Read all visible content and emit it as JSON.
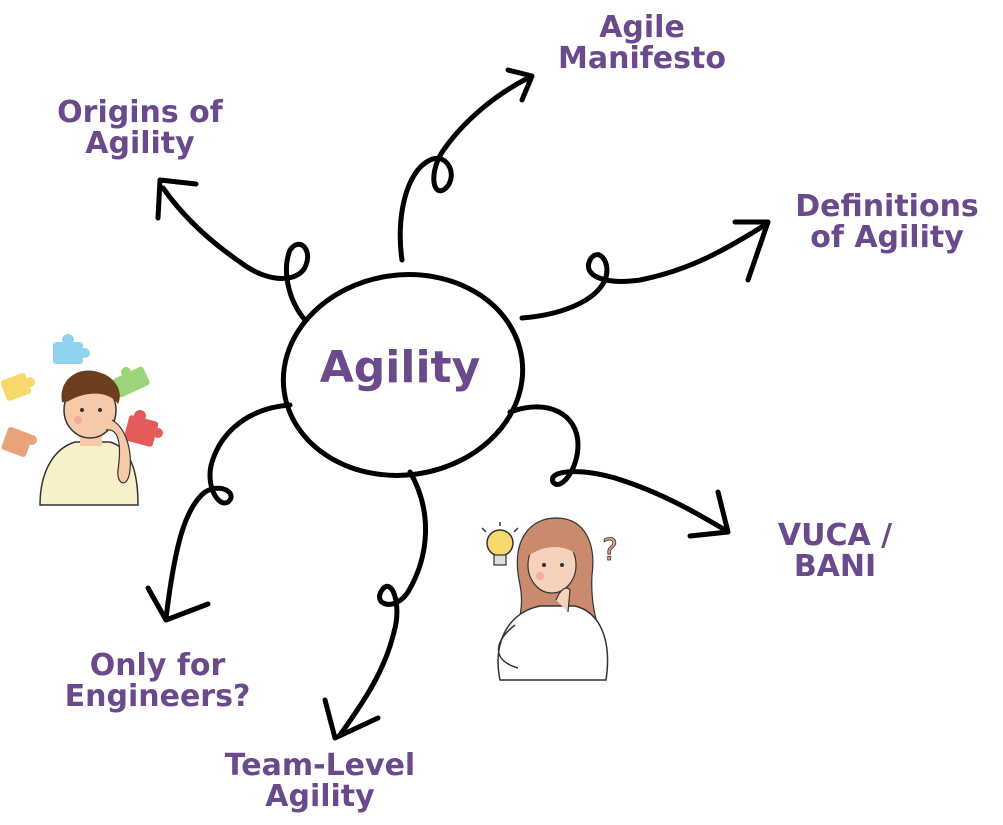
{
  "center": {
    "label": "Agility"
  },
  "topics": [
    {
      "id": "origins",
      "lines": [
        "Origins of",
        "Agility"
      ]
    },
    {
      "id": "manifesto",
      "lines": [
        "Agile",
        "Manifesto"
      ]
    },
    {
      "id": "definitions",
      "lines": [
        "Definitions",
        "of Agility"
      ]
    },
    {
      "id": "vuca",
      "lines": [
        "VUCA /",
        "BANI"
      ]
    },
    {
      "id": "team",
      "lines": [
        "Team-Level",
        "Agility"
      ]
    },
    {
      "id": "engineers",
      "lines": [
        "Only for",
        "Engineers?"
      ]
    }
  ],
  "colors": {
    "label": "#6a4a8c",
    "stroke": "#000000"
  },
  "illustrations": [
    {
      "name": "thinking-man-with-puzzle-pieces"
    },
    {
      "name": "thinking-woman-with-lightbulb"
    }
  ]
}
